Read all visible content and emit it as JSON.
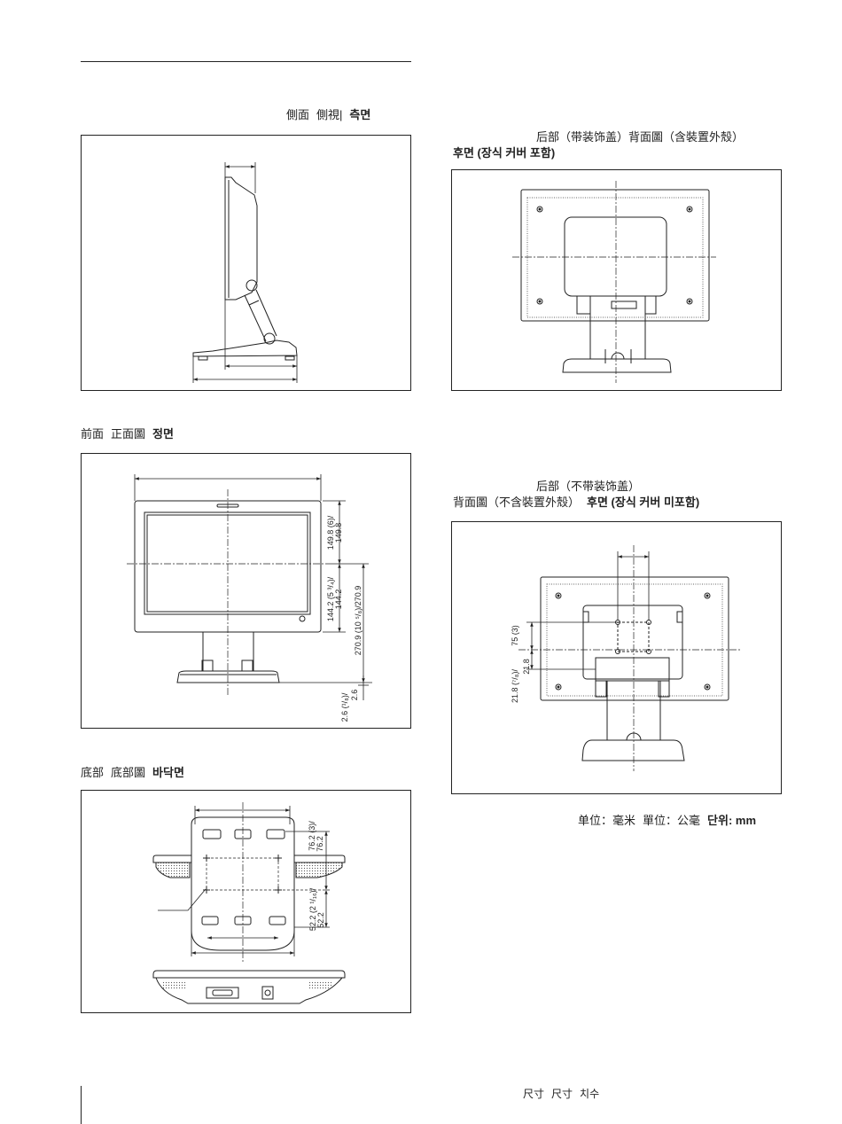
{
  "titles": {
    "side": {
      "zh_s": "側面",
      "zh_t": "側視|",
      "ko": "측면"
    },
    "rear_with_cover": {
      "line1": "后部（带装饰盖）背面圖（含裝置外殼）",
      "ko": "후면 (장식 커버 포함)"
    },
    "front": {
      "zh_s": "前面",
      "zh_t": "正面圖",
      "ko": "정면"
    },
    "rear_without_cover": {
      "line1": "后部（不带装饰盖）",
      "zh_t": "背面圖（不含裝置外殼）",
      "ko": "후면 (장식 커버 미포함)"
    },
    "bottom": {
      "zh_s": "底部",
      "zh_t": "底部圖",
      "ko": "바닥면"
    }
  },
  "dimensions": {
    "front": {
      "upper_imperial": "149.8 (6)/",
      "upper_metric": "149.8",
      "middle_imperial": "144.2 (5 ³/₄)/",
      "middle_metric": "144.2",
      "total": "270.9 (10 ⁵/₈)/270.9",
      "base_imperial": "2.6 (¹/₈)/",
      "base_metric": "2.6"
    },
    "rear_without_cover": {
      "vesa": "75 (3)",
      "offset_imperial": "21.8 (⁷/₈)/",
      "offset_metric": "21.8"
    },
    "bottom": {
      "upper_imperial": "76.2 (3)/",
      "upper_metric": "76.2",
      "lower_imperial": "52.2 (2 ¹/₁₆)/",
      "lower_metric": "52.2"
    }
  },
  "units": {
    "zh_s": "单位：毫米",
    "zh_t": "單位：公毫",
    "ko": "단위: mm"
  },
  "footer": {
    "zh_s": "尺寸",
    "zh_t": "尺寸",
    "ko": "치수"
  },
  "colors": {
    "line": "#222222",
    "paper": "#ffffff"
  }
}
